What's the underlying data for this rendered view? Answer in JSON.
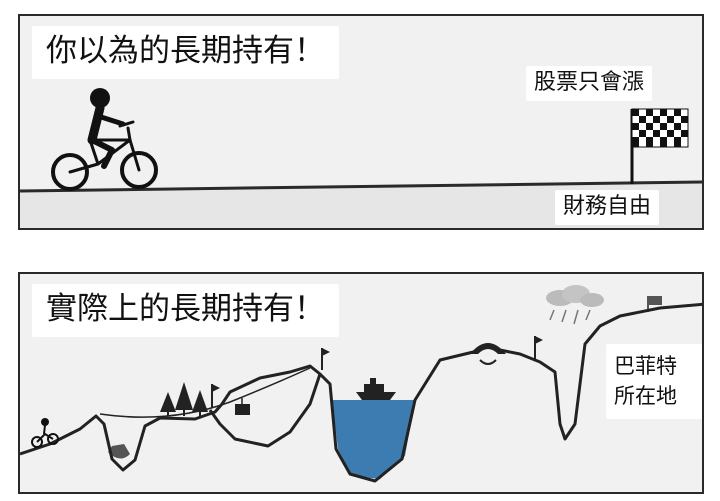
{
  "panels": {
    "top": {
      "title": "你以為的長期持有！",
      "goal_label": "股票只會漲",
      "finish_label": "財務自由"
    },
    "bottom": {
      "title": "實際上的長期持有！",
      "finish_label_line1": "巴菲特",
      "finish_label_line2": "所在地"
    }
  },
  "colors": {
    "ground": "#2a2a2a",
    "water": "#3d7cb0",
    "panel_bg": "#f1f1f1"
  }
}
